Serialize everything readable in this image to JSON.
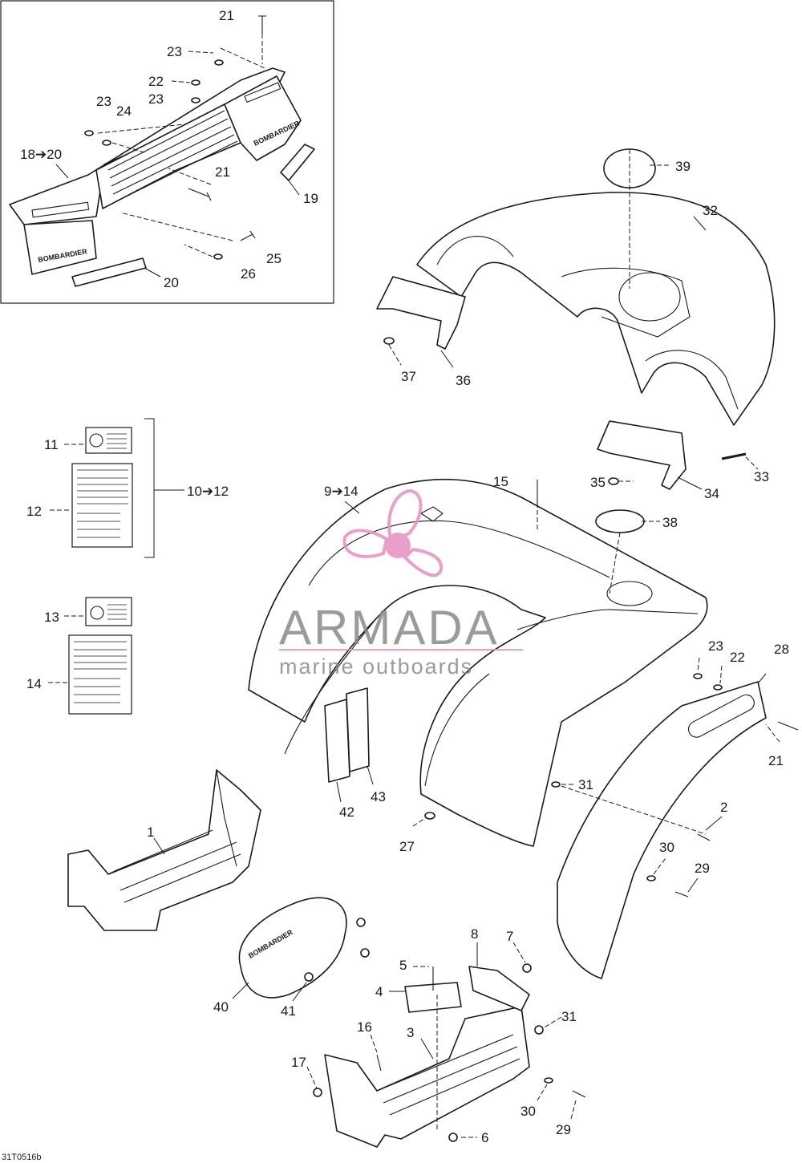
{
  "diagram": {
    "reference_code": "31T0516b",
    "watermark": {
      "brand": "ARMADA",
      "tagline": "marine outboards",
      "logo_color": "#e58fbf"
    },
    "brand_lettering": "BOMBARDIER",
    "callouts": {
      "c21a": "21",
      "c23a": "23",
      "c22a": "22",
      "c23b": "23",
      "c23c": "23",
      "c24": "24",
      "c18": "18➔20",
      "c21b": "21",
      "c19": "19",
      "c25": "25",
      "c26": "26",
      "c20": "20",
      "c39": "39",
      "c32": "32",
      "c37": "37",
      "c36": "36",
      "c11": "11",
      "c12": "12",
      "c10": "10➔12",
      "c13": "13",
      "c14": "14",
      "c9": "9➔14",
      "c15": "15",
      "c35": "35",
      "c34": "34",
      "c33": "33",
      "c38": "38",
      "c23d": "23",
      "c22b": "22",
      "c28": "28",
      "c21c": "21",
      "c31a": "31",
      "c43": "43",
      "c42": "42",
      "c27": "27",
      "c2": "2",
      "c30a": "30",
      "c29a": "29",
      "c1": "1",
      "c8": "8",
      "c7": "7",
      "c5": "5",
      "c4": "4",
      "c40": "40",
      "c41": "41",
      "c31b": "31",
      "c16": "16",
      "c3": "3",
      "c17": "17",
      "c30b": "30",
      "c29b": "29",
      "c6": "6"
    }
  }
}
